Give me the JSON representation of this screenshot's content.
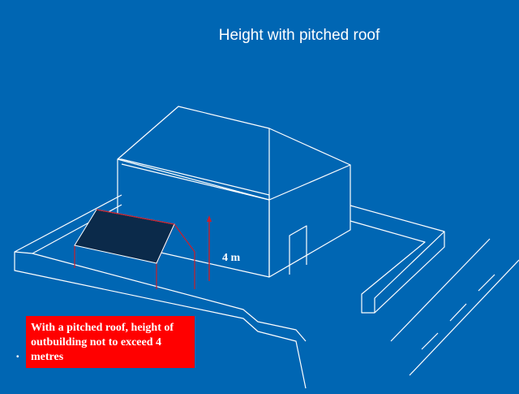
{
  "title": "Height with pitched roof",
  "dimension_label": "4 m",
  "note": "With a pitched roof, height of outbuilding not to exceed 4 metres",
  "bullet": "•",
  "colors": {
    "background": "#0066b3",
    "outline": "#ffffff",
    "red": "#cc1f2a",
    "roof_fill": "#0b2a4a",
    "note_bg": "#ff0000"
  }
}
